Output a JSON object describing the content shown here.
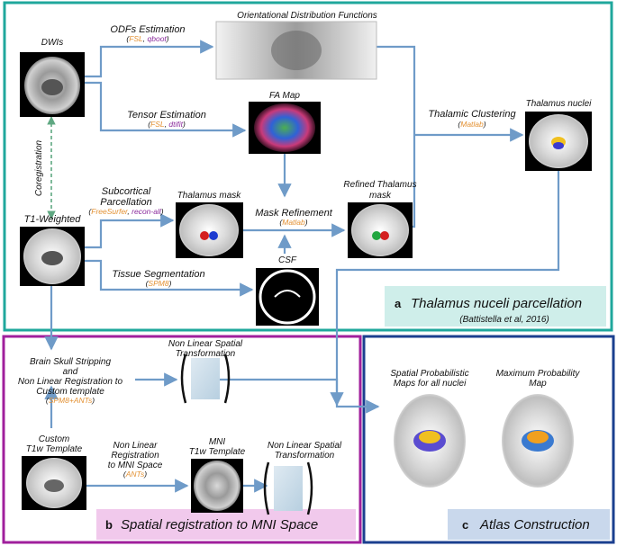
{
  "colors": {
    "teal_frame": "#1fa79c",
    "magenta_frame": "#a01f9c",
    "navy_frame": "#1b3f8f",
    "arrow_blue": "#6f9bc8",
    "arrow_green": "#5fa882",
    "tool_orange": "#e39133",
    "tool_purple": "#8a2a9c",
    "label_a_bg": "#cfeeea",
    "label_b_bg": "#f1c9ec",
    "label_c_bg": "#c9d8ec"
  },
  "labels": {
    "dwis": "DWIs",
    "t1w": "T1-Weighted",
    "coreg": "Coregistration",
    "odf_est": "ODFs Estimation",
    "odf_tool1": "FSL",
    "odf_tool2": "qboot",
    "odf_img": "Orientational Distribution Functions",
    "tensor_est": "Tensor Estimation",
    "tensor_tool1": "FSL",
    "tensor_tool2": "dtifit",
    "fa_map": "FA Map",
    "subcort1": "Subcortical",
    "subcort2": "Parcellation",
    "subcort_tool1": "FreeSurfer",
    "subcort_tool2": "recon-all",
    "thal_mask": "Thalamus mask",
    "mask_ref": "Mask Refinement",
    "mask_tool": "Matlab",
    "refined1": "Refined Thalamus",
    "refined2": "mask",
    "thal_clust": "Thalamic Clustering",
    "clust_tool": "Matlab",
    "thal_nuclei": "Thalamus nuclei",
    "csf": "CSF",
    "tissue_seg": "Tissue Segmentation",
    "tissue_tool": "SPM8",
    "section_a_letter": "a",
    "section_a_title": "Thalamus nuceli parcellation",
    "section_a_cite": "(Battistella et al, 2016)",
    "bss1": "Brain Skull Stripping",
    "bss2": "and",
    "bss3": "Non Linear Registration to",
    "bss4": "Custom template",
    "bss_tool": "SPM8+ANTs",
    "nlst1a": "Non Linear Spatial",
    "nlst1b": "Transformation",
    "custom1": "Custom",
    "custom2": "T1w Template",
    "nlr1": "Non Linear",
    "nlr2": "Registration",
    "nlr3": "to MNI Space",
    "nlr_tool": "ANTs",
    "mni1": "MNI",
    "mni2": "T1w Template",
    "nlst2a": "Non Linear Spatial",
    "nlst2b": "Transformation",
    "section_b_letter": "b",
    "section_b_title": "Spatial registration to MNI Space",
    "spm1": "Spatial Probabilistic",
    "spm2": "Maps for all nuclei",
    "mpm1": "Maximum Probability",
    "mpm2": "Map",
    "section_c_letter": "c",
    "section_c_title": "Atlas Construction"
  }
}
